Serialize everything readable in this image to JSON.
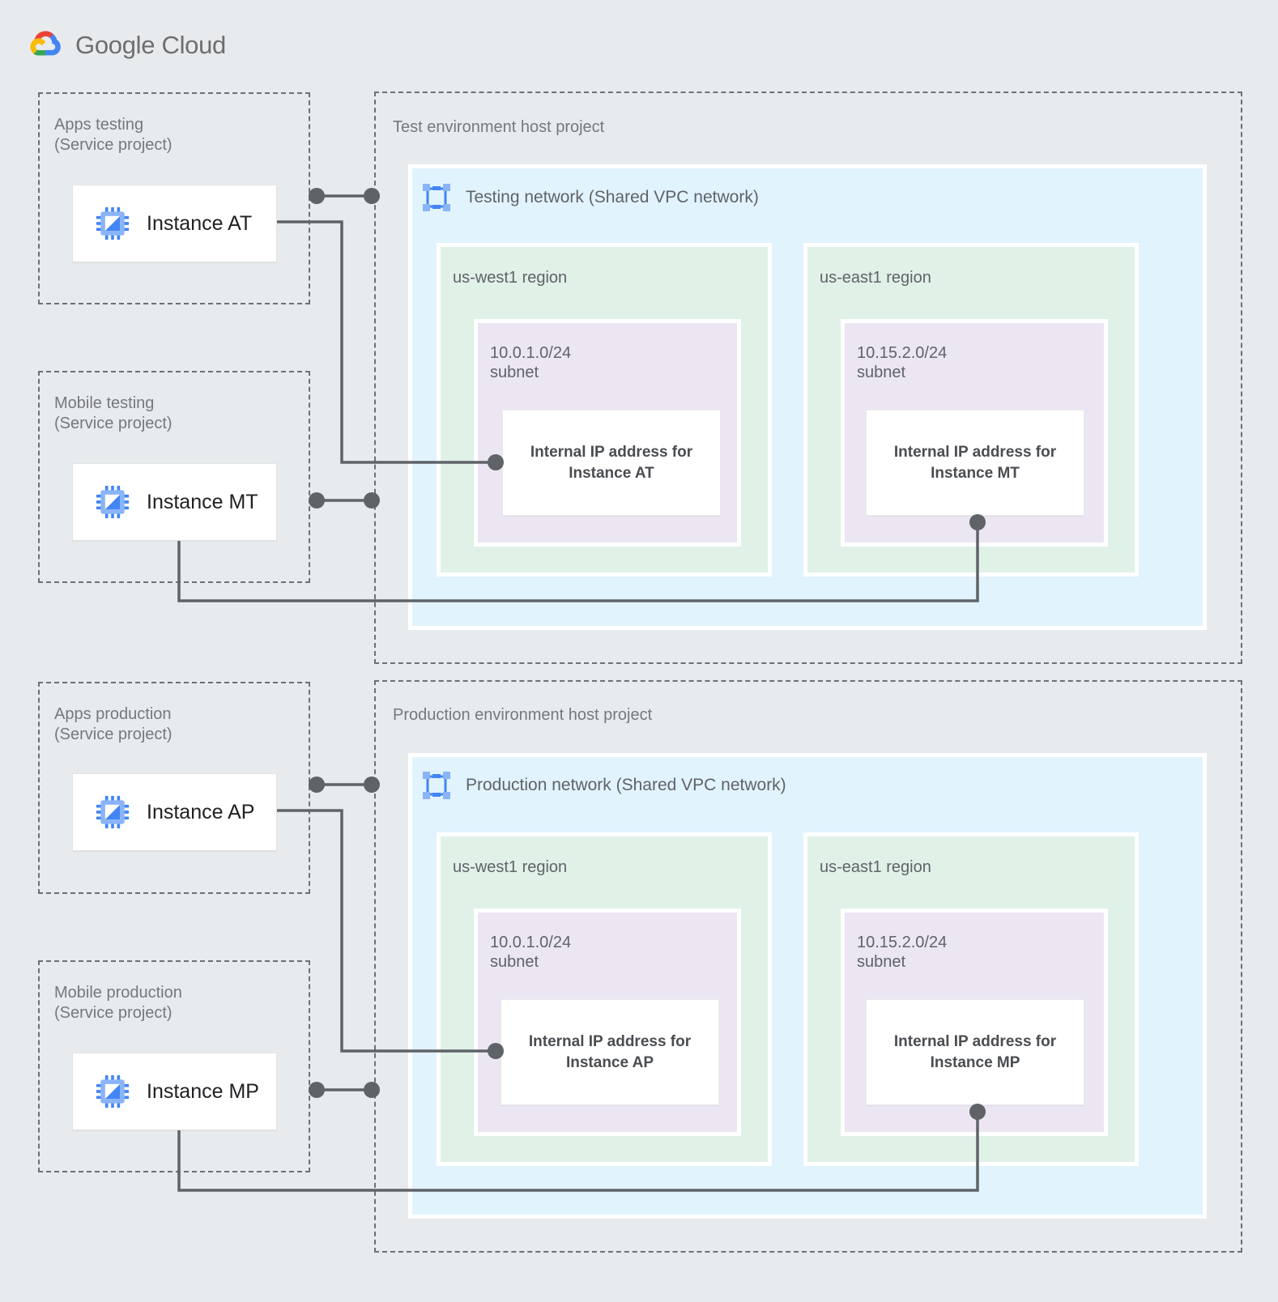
{
  "brand": {
    "name_bold": "Google",
    "name_light": " Cloud",
    "logo_icon": "google-cloud-logo",
    "colors": {
      "red": "#ea4335",
      "yellow": "#fbbc04",
      "green": "#34a853",
      "blue": "#4285f4"
    }
  },
  "palette": {
    "page_bg": "#e8ebed",
    "dashed_border": "#6d7175",
    "vpc_bg": "#e1f3fd",
    "region_bg": "#e0f1e8",
    "subnet_bg": "#ece6f3",
    "card_bg": "#ffffff",
    "wire": "#5f6368",
    "label_text": "#75797d",
    "icon_blue": "#4285f4",
    "icon_blue_light": "#8ab4f8"
  },
  "service_projects": [
    {
      "id": "apps-testing",
      "title": "Apps testing\n(Service project)",
      "instance": {
        "label": "Instance AT",
        "icon": "chip-icon"
      }
    },
    {
      "id": "mobile-testing",
      "title": "Mobile testing\n(Service project)",
      "instance": {
        "label": "Instance MT",
        "icon": "chip-icon"
      }
    },
    {
      "id": "apps-production",
      "title": "Apps production\n(Service project)",
      "instance": {
        "label": "Instance AP",
        "icon": "chip-icon"
      }
    },
    {
      "id": "mobile-production",
      "title": "Mobile production\n(Service project)",
      "instance": {
        "label": "Instance MP",
        "icon": "chip-icon"
      }
    }
  ],
  "host_projects": [
    {
      "id": "test-env",
      "title": "Test environment host project",
      "network": {
        "title": "Testing network (Shared VPC network)",
        "icon": "vpc-network-icon"
      },
      "regions": [
        {
          "name": "us-west1 region",
          "subnet": {
            "cidr_label": "10.0.1.0/24\nsubnet",
            "ip_card": "Internal IP address for\nInstance AT"
          }
        },
        {
          "name": "us-east1 region",
          "subnet": {
            "cidr_label": "10.15.2.0/24\nsubnet",
            "ip_card": "Internal IP address for\nInstance MT"
          }
        }
      ]
    },
    {
      "id": "prod-env",
      "title": "Production environment host project",
      "network": {
        "title": "Production network (Shared VPC network)",
        "icon": "vpc-network-icon"
      },
      "regions": [
        {
          "name": "us-west1 region",
          "subnet": {
            "cidr_label": "10.0.1.0/24\nsubnet",
            "ip_card": "Internal IP address for\nInstance AP"
          }
        },
        {
          "name": "us-east1 region",
          "subnet": {
            "cidr_label": "10.15.2.0/24\nsubnet",
            "ip_card": "Internal IP address for\nInstance MP"
          }
        }
      ]
    }
  ]
}
